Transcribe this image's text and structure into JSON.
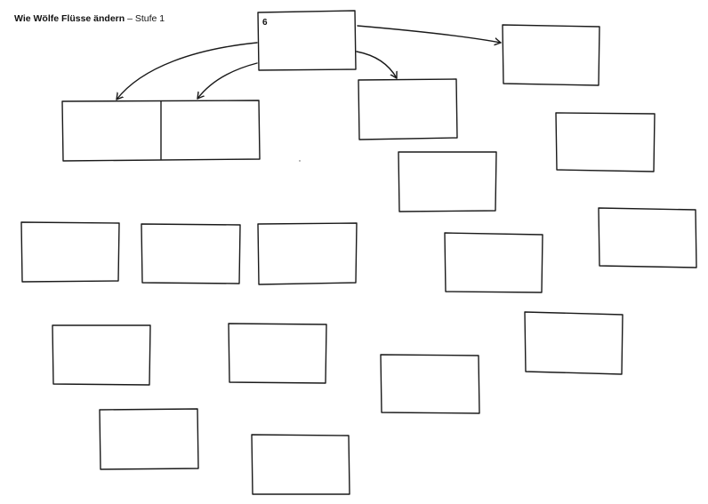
{
  "title": {
    "bold": "Wie Wölfe Flüsse ändern",
    "rest": " – Stufe 1"
  },
  "root_box": {
    "label": "6"
  },
  "stroke_color": "#1a1a1a"
}
